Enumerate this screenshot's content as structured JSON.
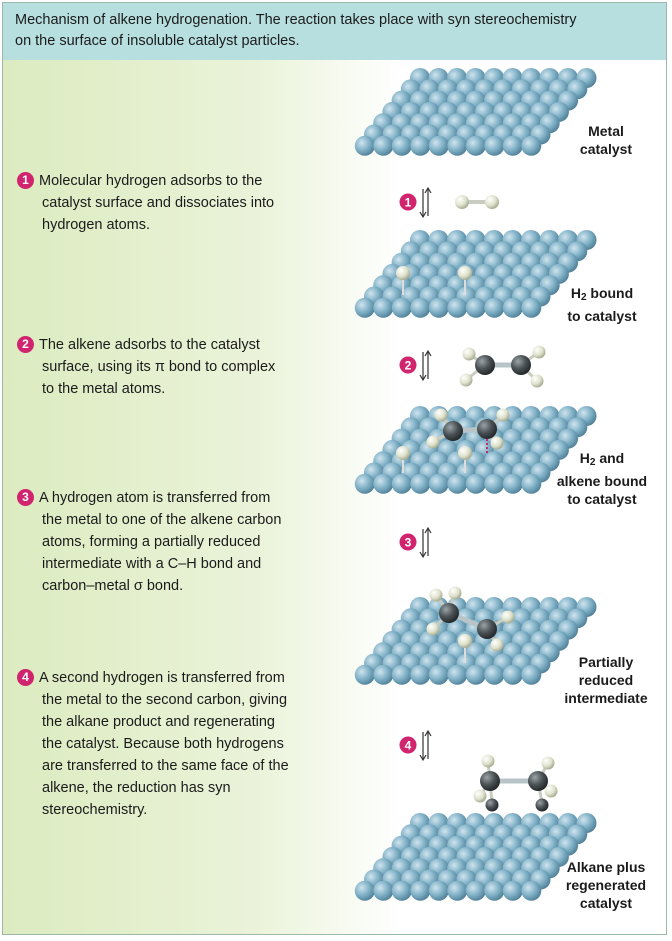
{
  "header": {
    "line1": "Mechanism of alkene hydrogenation. The reaction takes place with syn stereochemistry",
    "line2": "on the surface of insoluble catalyst particles."
  },
  "steps": [
    {
      "number": "1",
      "lines": [
        "Molecular hydrogen adsorbs to the",
        "catalyst surface and dissociates into",
        "hydrogen atoms."
      ]
    },
    {
      "number": "2",
      "lines": [
        "The alkene adsorbs to the catalyst",
        "surface, using its π bond to complex",
        "to the metal atoms."
      ]
    },
    {
      "number": "3",
      "lines": [
        "A hydrogen atom is transferred from",
        "the metal to one of the alkene carbon",
        "atoms, forming a partially reduced",
        "intermediate with a C–H bond and",
        "carbon–metal σ bond."
      ]
    },
    {
      "number": "4",
      "lines": [
        "A second hydrogen is transferred from",
        "the metal to the second carbon, giving",
        "the alkane product and regenerating",
        "the catalyst. Because both hydrogens",
        "are transferred to the same face of the",
        "alkene, the reduction has syn",
        "stereochemistry."
      ]
    }
  ],
  "labels": {
    "metal_catalyst": [
      "Metal",
      "catalyst"
    ],
    "h2_bound_main": "H",
    "h2_bound_sub": "2",
    "h2_bound_rest": " bound",
    "h2_bound_line2": "to catalyst",
    "h2_alkene_main": "H",
    "h2_alkene_sub": "2",
    "h2_alkene_rest": " and",
    "h2_alkene_line2": "alkene bound",
    "h2_alkene_line3": "to catalyst",
    "partially_reduced": [
      "Partially",
      "reduced",
      "intermediate"
    ],
    "alkane_regenerated": [
      "Alkane plus",
      "regenerated",
      "catalyst"
    ]
  },
  "arrow_numbers": [
    "1",
    "2",
    "3",
    "4"
  ],
  "colors": {
    "header_bg": "#b7dfe0",
    "step_number": "#d0256e",
    "metal_atom": "#7fb0c6",
    "carbon_atom": "#4a5154",
    "hydrogen_atom": "#dfe2cc"
  }
}
